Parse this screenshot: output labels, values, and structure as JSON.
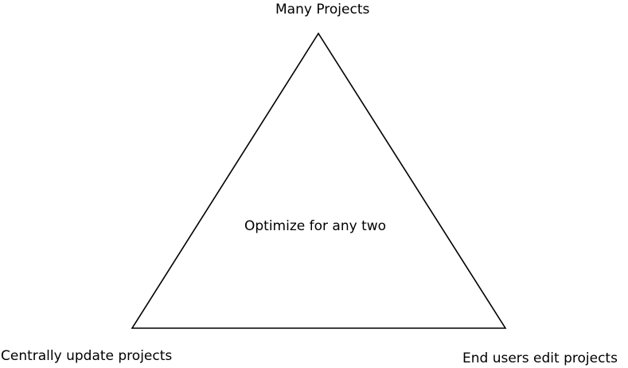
{
  "diagram": {
    "type": "triangle",
    "stroke_color": "#000000",
    "vertices": {
      "top": {
        "label": "Many Projects"
      },
      "bottom_left": {
        "label": "Centrally update projects"
      },
      "bottom_right": {
        "label": "End users edit projects"
      }
    },
    "center_label": "Optimize for any two"
  }
}
